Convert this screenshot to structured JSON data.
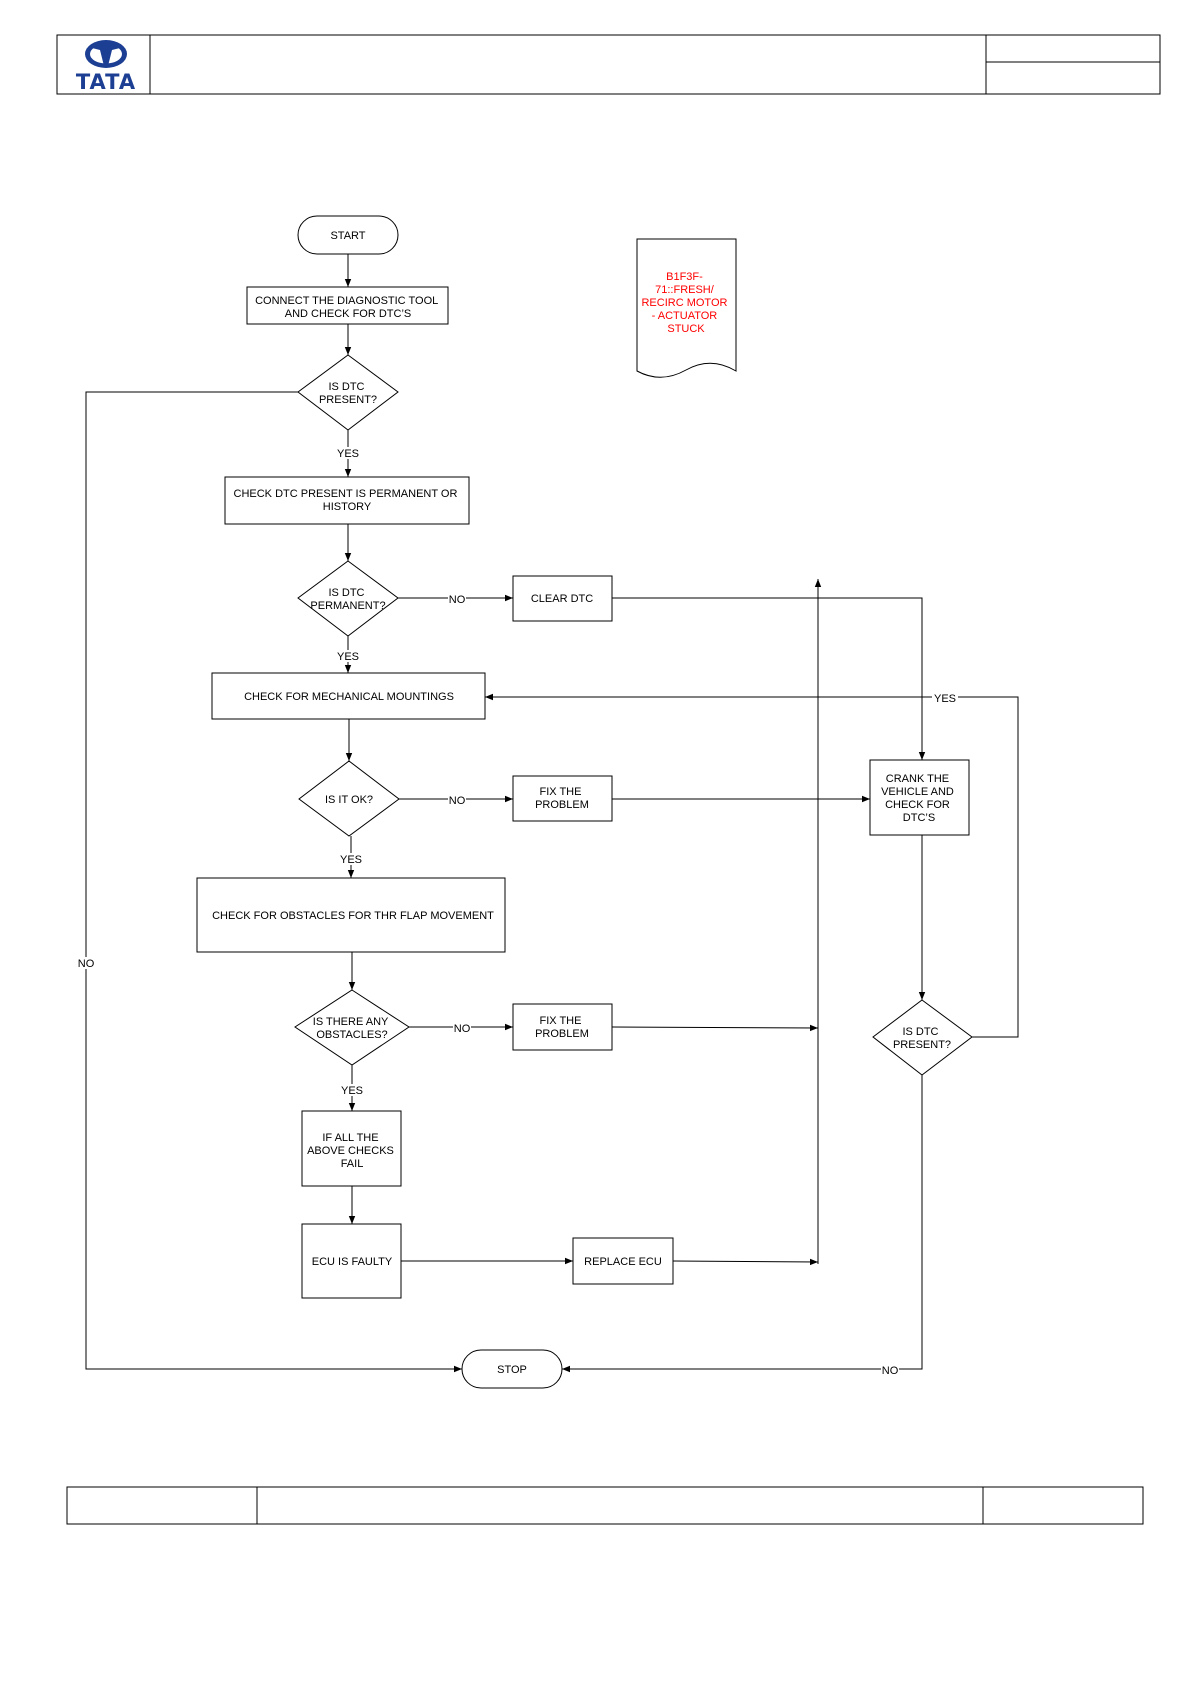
{
  "header": {
    "logo_text": "TATA",
    "title_text": "",
    "right_top_text": "",
    "right_bottom_text": ""
  },
  "footer": {
    "left_text": "",
    "center_text": "",
    "right_text": ""
  },
  "colors": {
    "logo_blue": "#1c3f94",
    "dtc_code_red": "#ff0000",
    "line": "#000000"
  },
  "dtc_note": {
    "lines": [
      "B1F3F-",
      "71::FRESH/",
      "RECIRC    MOTOR",
      "- ACTUATOR",
      "STUCK"
    ]
  },
  "nodes": {
    "start": {
      "lines": [
        "START"
      ]
    },
    "connect_tool": {
      "lines": [
        "CONNECT THE DIAGNOSTIC TOOL",
        "AND CHECK FOR  DTC’S"
      ]
    },
    "is_dtc_present": {
      "lines": [
        "IS  DTC",
        "PRESENT?"
      ]
    },
    "check_dtc_permanent": {
      "lines": [
        "CHECK DTC  PRESENT IS PERMANENT OR",
        "HISTORY"
      ]
    },
    "is_dtc_permanent": {
      "lines": [
        "IS  DTC",
        "PERMANENT?"
      ]
    },
    "clear_dtc": {
      "lines": [
        "CLEAR DTC"
      ]
    },
    "check_mountings": {
      "lines": [
        "CHECK FOR MECHANICAL MOUNTINGS"
      ]
    },
    "is_it_ok": {
      "lines": [
        "IS IT OK?"
      ]
    },
    "fix_problem_1": {
      "lines": [
        "FIX THE",
        "PROBLEM"
      ]
    },
    "crank_vehicle": {
      "lines": [
        "CRANK THE",
        "VEHICLE AND",
        "CHECK FOR",
        "DTC’S"
      ]
    },
    "check_obstacles": {
      "lines": [
        "CHECK FOR OBSTACLES FOR THR FLAP MOVEMENT"
      ]
    },
    "any_obstacles": {
      "lines": [
        "IS THERE ANY",
        "OBSTACLES?"
      ]
    },
    "fix_problem_2": {
      "lines": [
        "FIX THE",
        "PROBLEM"
      ]
    },
    "is_dtc_present_2": {
      "lines": [
        "IS  DTC",
        "PRESENT?"
      ]
    },
    "all_checks_fail": {
      "lines": [
        "IF ALL THE",
        "ABOVE CHECKS",
        "FAIL"
      ]
    },
    "ecu_faulty": {
      "lines": [
        "ECU IS FAULTY"
      ]
    },
    "replace_ecu": {
      "lines": [
        "REPLACE ECU"
      ]
    },
    "stop": {
      "lines": [
        "STOP"
      ]
    }
  },
  "edge_labels": {
    "dtc_present_yes": "YES",
    "dtc_present_no": "NO",
    "permanent_no": "NO",
    "permanent_yes": "YES",
    "ok_no": "NO",
    "ok_yes": "YES",
    "obstacles_no": "NO",
    "obstacles_yes": "YES",
    "dtc_present_2_yes": "YES",
    "dtc_present_2_no": "NO"
  }
}
